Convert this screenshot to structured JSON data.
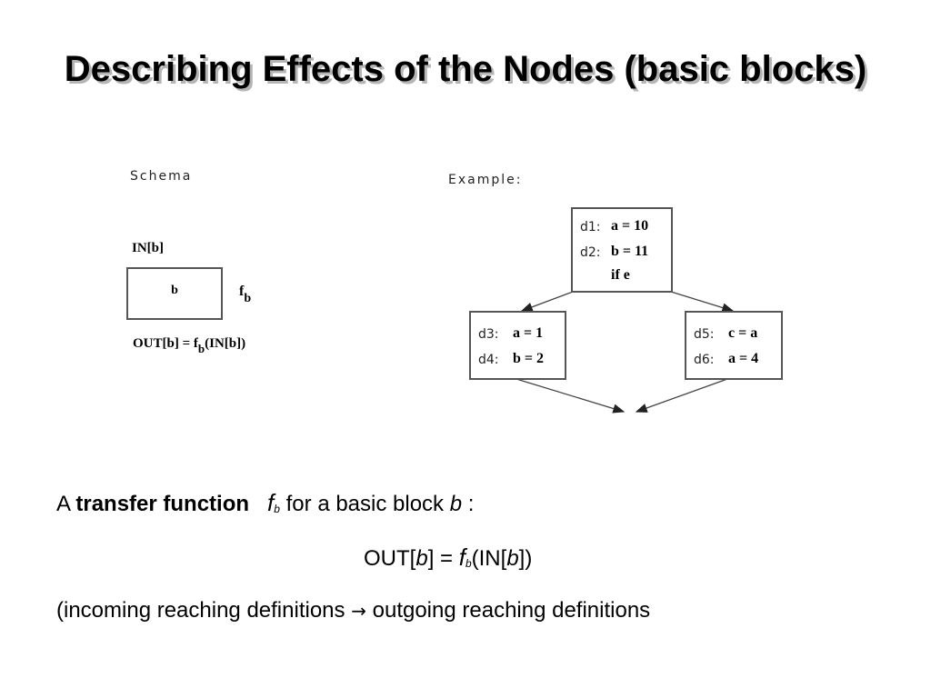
{
  "title": "Describing Effects of the Nodes (basic blocks)",
  "schema": {
    "label": "Schema",
    "in_label": "IN[b]",
    "block_label": "b",
    "func_label": "f",
    "func_sub": "b",
    "out_label_prefix": "OUT[b] = f",
    "out_label_sub": "b",
    "out_label_suffix": "(IN[b])"
  },
  "example": {
    "label": "Example:",
    "top_block": [
      {
        "def": "d1:",
        "stmt": "a = 10"
      },
      {
        "def": "d2:",
        "stmt": "b = 11"
      },
      {
        "def": "",
        "stmt": "if e"
      }
    ],
    "left_block": [
      {
        "def": "d3:",
        "stmt": "a = 1"
      },
      {
        "def": "d4:",
        "stmt": "b = 2"
      }
    ],
    "right_block": [
      {
        "def": "d5:",
        "stmt": "c = a"
      },
      {
        "def": "d6:",
        "stmt": "a = 4"
      }
    ]
  },
  "text": {
    "line1_a": "A ",
    "line1_bold": "transfer function",
    "line1_f": "f",
    "line1_fsub": "b",
    "line1_rest": " for a basic block ",
    "line1_b": "b",
    "line1_colon": " :",
    "line2_out": "OUT[",
    "line2_b1": "b",
    "line2_eq": "] = ",
    "line2_f": "f",
    "line2_fsub": "b",
    "line2_in": "(IN[",
    "line2_b2": "b",
    "line2_end": "])",
    "line3_a": "(incoming reaching definitions ",
    "line3_arrow": "→",
    "line3_b": " outgoing reaching definitions"
  }
}
